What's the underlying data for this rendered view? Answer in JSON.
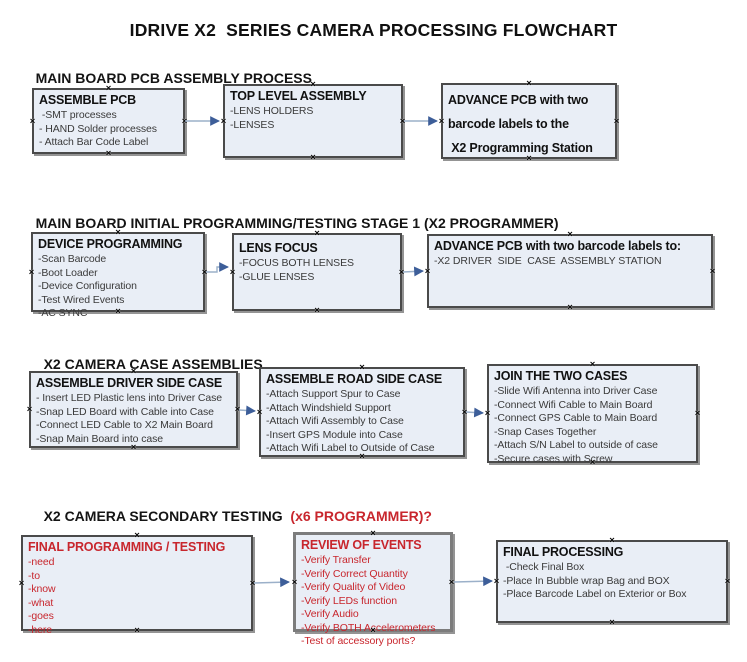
{
  "title": "IDRIVE X2  SERIES CAMERA PROCESSING FLOWCHART",
  "colors": {
    "box_fill": "#e9eef6",
    "box_border": "#4a4a4a",
    "thick_box_border": "#7c7c7c",
    "red_text": "#c8262d",
    "arrow_line": "#9bb0c9",
    "arrow_head": "#3d5e99"
  },
  "sections": [
    {
      "header": "MAIN BOARD PCB ASSEMBLY PROCESS",
      "boxes": [
        {
          "title": "ASSEMBLE PCB",
          "items": [
            " -SMT processes",
            "- HAND Solder processes",
            "- Attach Bar Code Label"
          ]
        },
        {
          "title": "TOP LEVEL ASSEMBLY",
          "items": [
            "-LENS HOLDERS",
            "-LENSES"
          ]
        },
        {
          "items": [
            "ADVANCE PCB with two",
            "barcode labels to the",
            " X2 Programming Station"
          ]
        }
      ]
    },
    {
      "header": "MAIN BOARD INITIAL PROGRAMMING/TESTING STAGE 1 (X2 PROGRAMMER)",
      "boxes": [
        {
          "title": "DEVICE PROGRAMMING",
          "items": [
            "-Scan Barcode",
            "-Boot Loader",
            "-Device Configuration",
            "-Test Wired Events",
            "-AC SYNC"
          ]
        },
        {
          "title": "LENS FOCUS",
          "items": [
            "-FOCUS BOTH LENSES",
            "-GLUE LENSES"
          ]
        },
        {
          "title": "ADVANCE PCB with two barcode labels to:",
          "items": [
            "-X2 DRIVER  SIDE  CASE  ASSEMBLY STATION"
          ]
        }
      ]
    },
    {
      "header": "X2 CAMERA CASE ASSEMBLIES",
      "boxes": [
        {
          "title": "ASSEMBLE DRIVER SIDE CASE",
          "items": [
            "- Insert LED Plastic lens into Driver Case",
            "-Snap LED Board with Cable into Case",
            "-Connect LED Cable to X2 Main Board",
            "-Snap Main Board into case"
          ]
        },
        {
          "title": "ASSEMBLE ROAD SIDE CASE",
          "items": [
            "-Attach Support Spur to Case",
            "-Attach Windshield Support",
            "-Attach Wifi Assembly to Case",
            "-Insert GPS Module into Case",
            "-Attach Wifi Label to Outside of Case"
          ]
        },
        {
          "title": "JOIN THE TWO CASES",
          "items": [
            "-Slide Wifi Antenna into Driver Case",
            "-Connect Wifi Cable to Main Board",
            "-Connect GPS Cable to Main Board",
            "-Snap Cases Together",
            "-Attach S/N Label to outside of case",
            "-Secure cases with Screw"
          ]
        }
      ]
    },
    {
      "header": "X2 CAMERA SECONDARY TESTING ",
      "header_red": " (x6 PROGRAMMER)?",
      "boxes": [
        {
          "title": "FINAL PROGRAMMING / TESTING",
          "items": [
            "-need",
            "-to",
            "-know",
            "-what",
            "-goes",
            "-here"
          ]
        },
        {
          "title": "REVIEW OF EVENTS",
          "items": [
            "-Verify Transfer",
            "-Verify Correct Quantity",
            "-Verify Quality of Video",
            "-Verify LEDs function",
            "-Verify Audio",
            "-Verify BOTH Accelerometers",
            "-Test of accessory ports?"
          ]
        },
        {
          "title": "FINAL PROCESSING",
          "items": [
            " -Check Final Box",
            "-Place In Bubble wrap Bag and BOX",
            "-Place Barcode Label on Exterior or Box"
          ]
        }
      ]
    }
  ]
}
